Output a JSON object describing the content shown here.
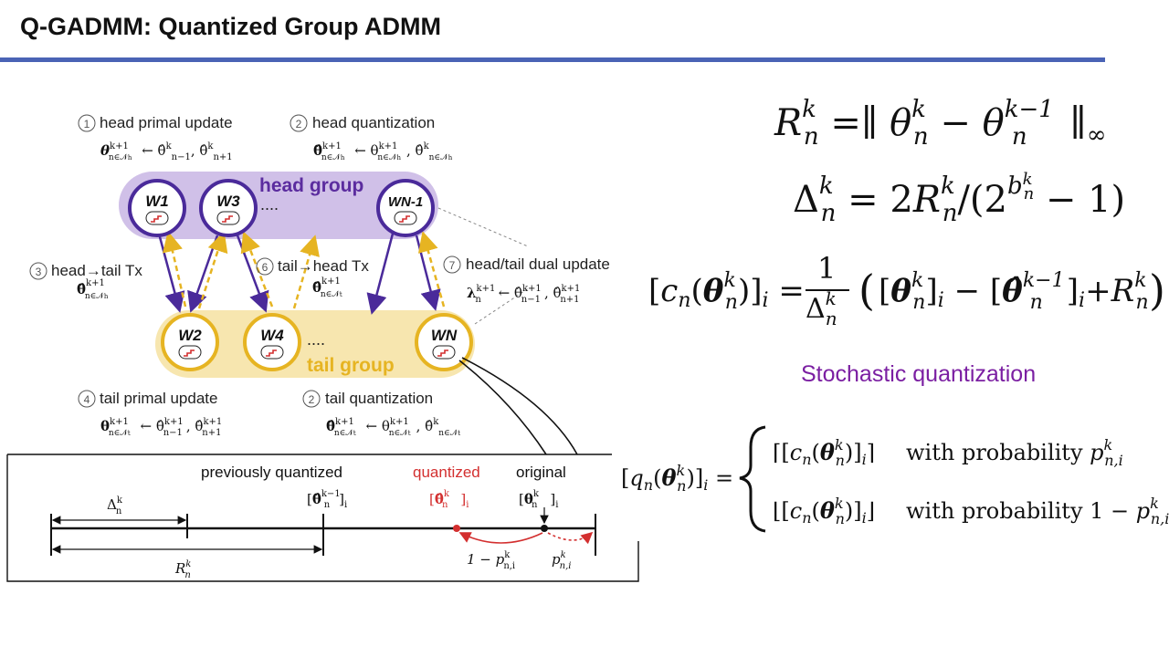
{
  "slide": {
    "title": "Q-GADMM: Quantized Group ADMM"
  },
  "diagram": {
    "head_group_label": "head group",
    "tail_group_label": "tail group",
    "ellipsis": "....",
    "workers": {
      "w1": "W1",
      "w3": "W3",
      "wn1": "WN-1",
      "w2": "W2",
      "w4": "W4",
      "wn": "WN"
    },
    "steps": {
      "s1": {
        "num": "1",
        "label": "head primal update"
      },
      "s2a": {
        "num": "2",
        "label": "head quantization"
      },
      "s3": {
        "num": "3",
        "label": "head→tail Tx"
      },
      "s6": {
        "num": "6",
        "label": "tail→head Tx"
      },
      "s7": {
        "num": "7",
        "label": "head/tail dual update"
      },
      "s4": {
        "num": "4",
        "label": "tail primal update"
      },
      "s2b": {
        "num": "2",
        "label": "tail quantization"
      }
    },
    "number_line": {
      "previously_quantized": "previously quantized",
      "quantized": "quantized",
      "original": "original",
      "delta": "Δ",
      "r": "R",
      "one_minus_p": "1 − p",
      "p": "p"
    }
  },
  "equations": {
    "stochastic_label": "Stochastic quantization",
    "with_probability": "with probability"
  },
  "colors": {
    "accent_rule": "#4a63b5",
    "purple": "#5b2c9f",
    "gold": "#e6b422",
    "red": "#d32f2f",
    "magenta": "#7b1fa2"
  }
}
